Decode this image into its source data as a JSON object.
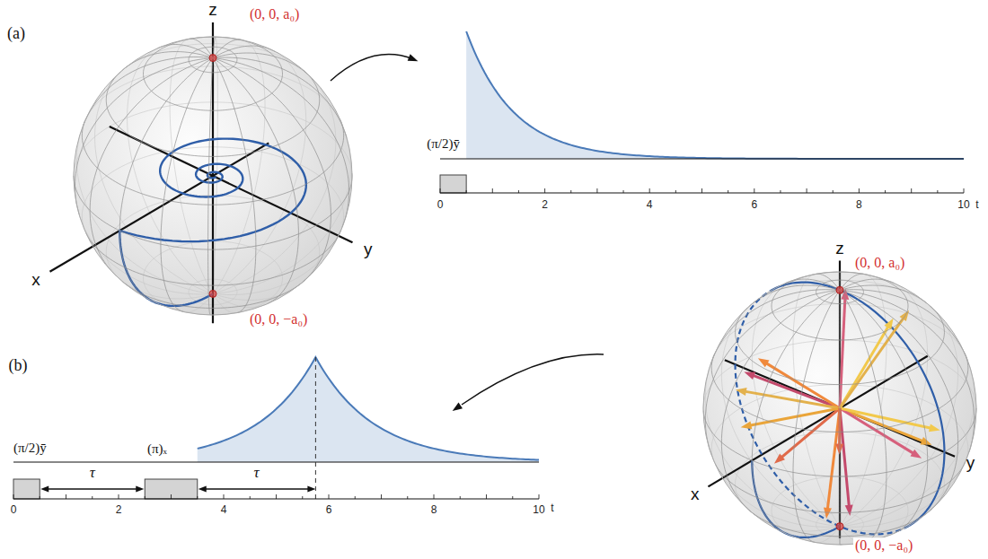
{
  "diagram": {
    "labels": [
      "(a)",
      "z",
      "(0, 0, a₀)",
      "x",
      "y",
      "(0, 0, −a₀)",
      "(π/2)ȳ",
      "0",
      "2",
      "4",
      "6",
      "8",
      "10",
      "t",
      "(b)",
      "(π/2)ȳ",
      "(π)ₓ",
      "τ",
      "τ",
      "0",
      "2",
      "4",
      "6",
      "8",
      "10",
      "t",
      "z",
      "(0, 0, a₀)",
      "x",
      "y",
      "(0, 0, −a₀)"
    ]
  }
}
